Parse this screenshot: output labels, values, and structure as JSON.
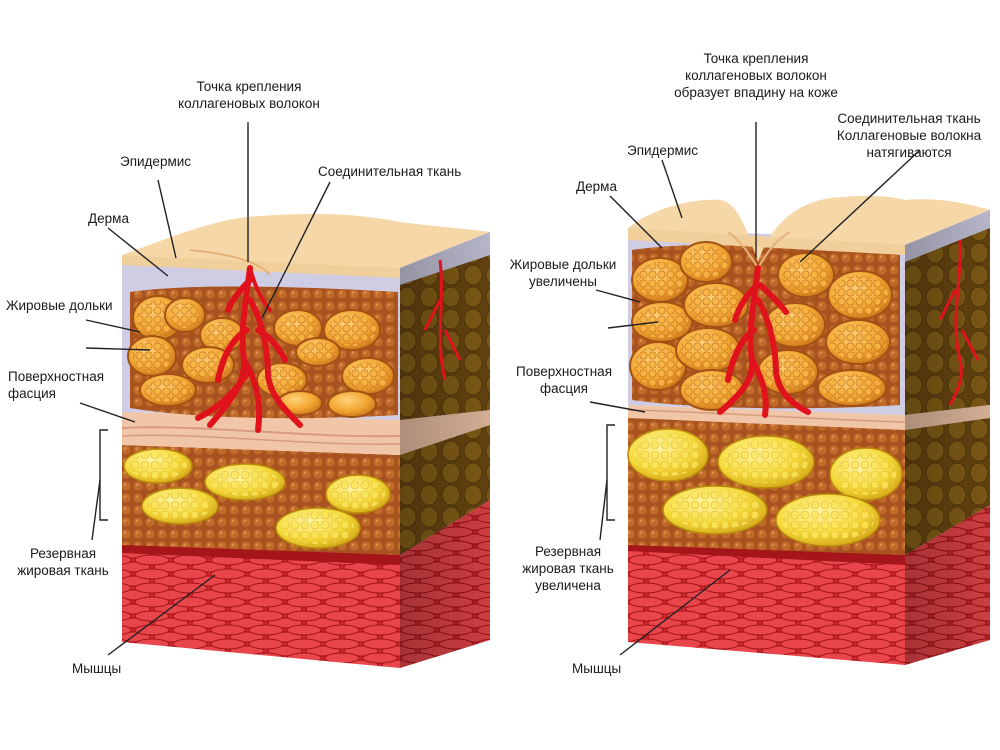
{
  "left": {
    "anchor_point": "Точка крепления\nколлагеновых волокон",
    "epidermis": "Эпидермис",
    "connective": "Соединительная ткань",
    "dermis": "Дерма",
    "fat_lobules": "Жировые дольки",
    "fascia": "Поверхностная\nфасция",
    "reserve_fat": "Резервная\nжировая ткань",
    "muscles": "Мышцы"
  },
  "right": {
    "anchor_point": "Точка крепления\nколлагеновых волокон\nобразует впадину на коже",
    "epidermis": "Эпидермис",
    "connective": "Соединительная ткань\nКоллагеновые волокна\nнатягиваются",
    "dermis": "Дерма",
    "fat_lobules": "Жировые дольки\nувеличены",
    "fascia": "Поверхностная\nфасция",
    "reserve_fat": "Резервная\nжировая ткань\nувеличена",
    "muscles": "Мышцы"
  },
  "colors": {
    "epidermis": "#f6d7a8",
    "dermis": "#cfcde3",
    "fat_lobule": "#f2a531",
    "fat_matrix": "#b25a22",
    "fascia": "#f0c5a8",
    "reserve_fat": "#f5d93a",
    "muscle": "#d7282a",
    "vessel": "#e0121b"
  }
}
